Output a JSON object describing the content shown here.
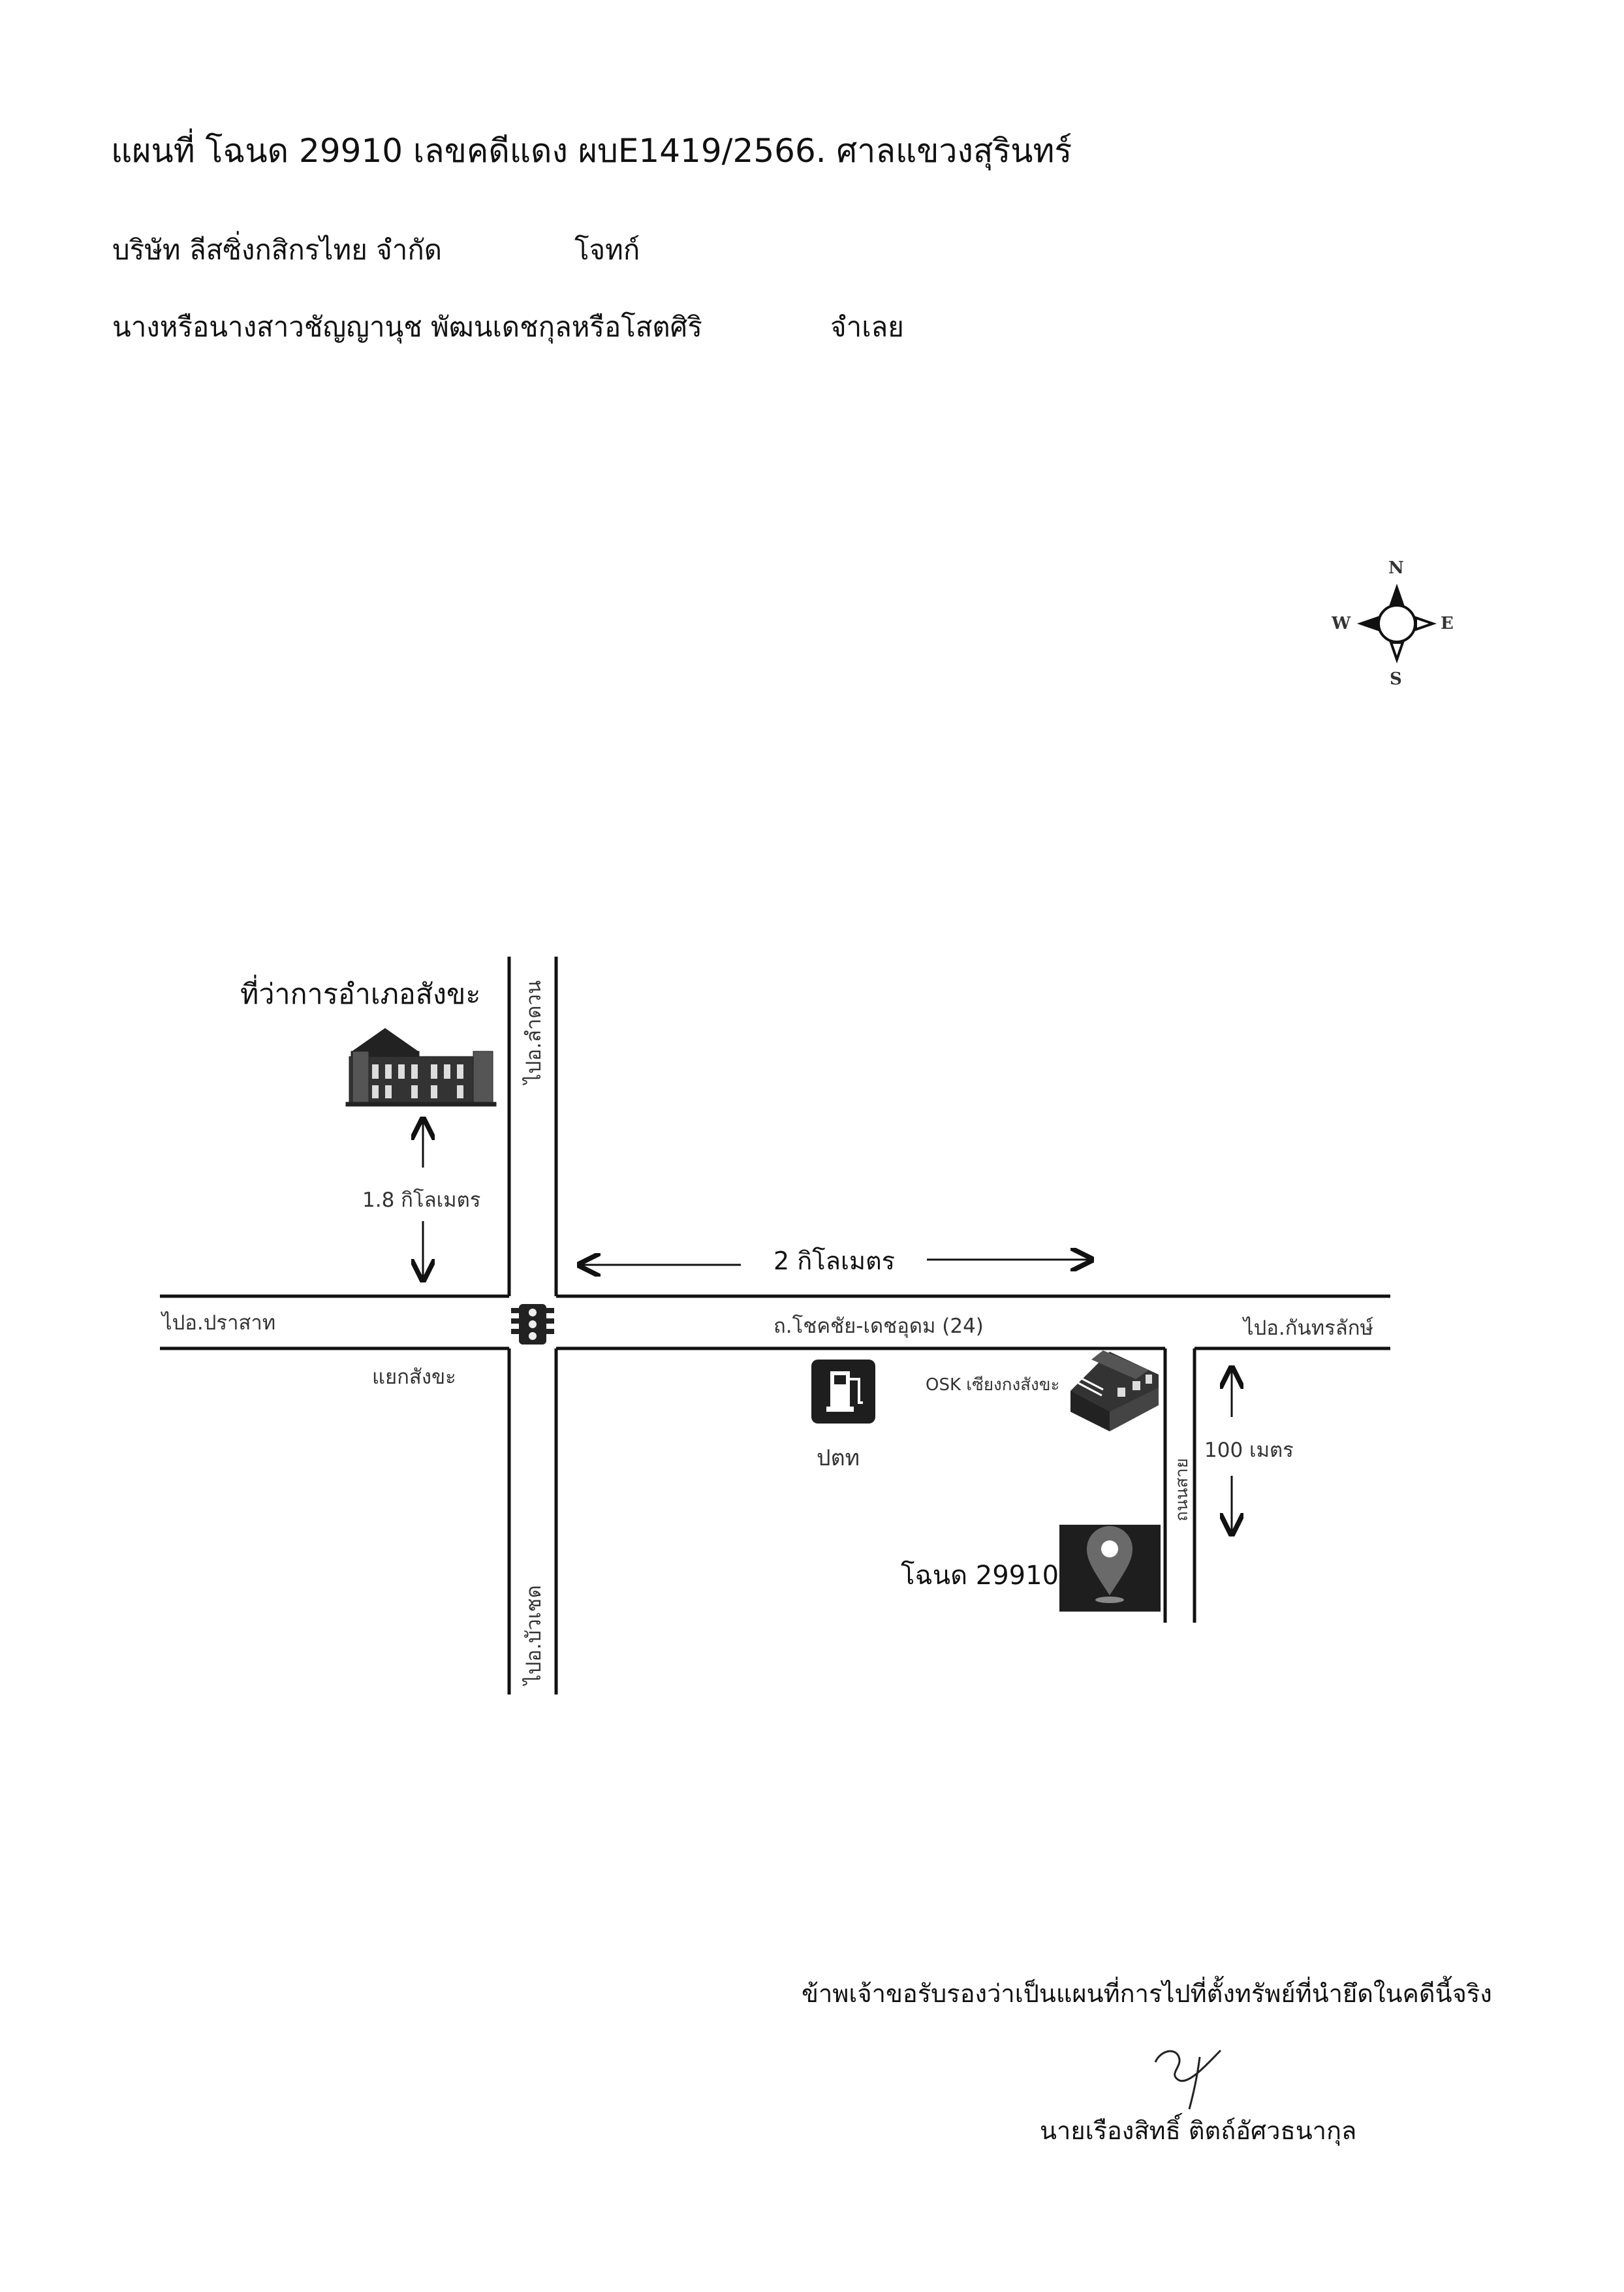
{
  "header": {
    "title": "แผนที่ โฉนด 29910  เลขคดีแดง ผบE1419/2566.  ศาลแขวงสุรินทร์",
    "plaintiff_name": "บริษัท ลีสซิ่งกสิกรไทย จำกัด",
    "plaintiff_role": "โจทก์",
    "defendant_name": "นางหรือนางสาวชัญญานุช พัฒนเดชกุลหรือโสตศิริ",
    "defendant_role": "จำเลย"
  },
  "compass": {
    "n": "N",
    "s": "S",
    "e": "E",
    "w": "W"
  },
  "map": {
    "district_office": "ที่ว่าการอำเภอสังขะ",
    "road_north": "ไปอ.ลำดวน",
    "road_south": "ไปอ.บัวเชด",
    "road_west": "ไปอ.ปราสาท",
    "road_east": "ไปอ.กันทรลักษ์",
    "junction": "แยกสังขะ",
    "main_road": "ถ.โชคชัย-เดชอุดม (24)",
    "side_road": "ถนนสาย",
    "dist_office": "1.8 กิโลเมตร",
    "dist_east": "2 กิโลเมตร",
    "dist_side": "100 เมตร",
    "gas_station": "ปตท",
    "shop": "OSK เซียงกงสังขะ",
    "deed_label": "โฉนด 29910"
  },
  "footer": {
    "certification": "ข้าพเจ้าขอรับรองว่าเป็นแผนที่การไปที่ตั้งทรัพย์ที่นำยึดในคดีนี้จริง",
    "signer": "นายเรืองสิทธิ์ ติตถ์อัศวธนากุล"
  },
  "colors": {
    "line": "#111111",
    "icon": "#1e1e1e",
    "muted": "#555555"
  }
}
